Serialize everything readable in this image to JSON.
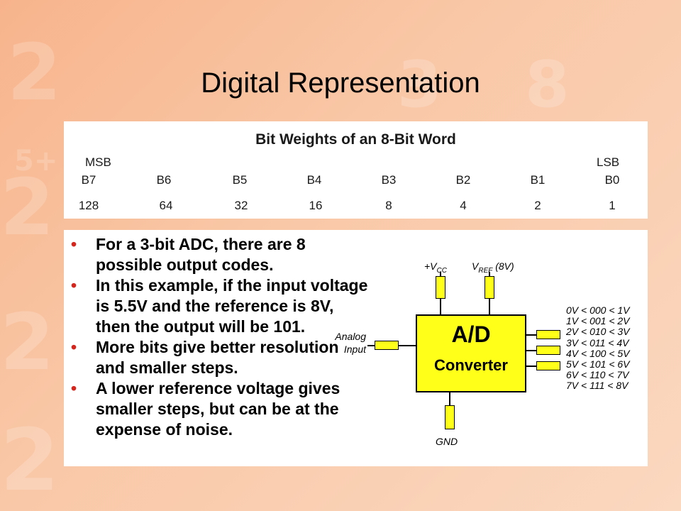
{
  "slide": {
    "title": "Digital Representation"
  },
  "bit_weights": {
    "title": "Bit Weights of an 8-Bit Word",
    "msb_label": "MSB",
    "lsb_label": "LSB",
    "bits": [
      {
        "name": "B7",
        "weight": "128"
      },
      {
        "name": "B6",
        "weight": "64"
      },
      {
        "name": "B5",
        "weight": "32"
      },
      {
        "name": "B4",
        "weight": "16"
      },
      {
        "name": "B3",
        "weight": "8"
      },
      {
        "name": "B2",
        "weight": "4"
      },
      {
        "name": "B1",
        "weight": "2"
      },
      {
        "name": "B0",
        "weight": "1"
      }
    ]
  },
  "bullets": [
    "For a 3-bit ADC, there are 8 possible output codes.",
    "In this example, if the input voltage is 5.5V and the reference is 8V, then the output will be 101.",
    "More bits give better resolution and smaller steps.",
    "A lower reference voltage gives smaller steps, but can be at the expense of noise."
  ],
  "adc_diagram": {
    "block_line1": "A/D",
    "block_line2": "Converter",
    "vcc_prefix": "+V",
    "vcc_sub": "CC",
    "vref_prefix": "V",
    "vref_sub": "REF",
    "vref_value": " (8V)",
    "analog_input_label": "Analog Input",
    "gnd_label": "GND",
    "output_codes": [
      "0V < 000 < 1V",
      "1V < 001 < 2V",
      "2V < 010 < 3V",
      "3V < 011 < 4V",
      "4V < 100 < 5V",
      "5V < 101 < 6V",
      "6V < 110 < 7V",
      "7V < 111 < 8V"
    ],
    "colors": {
      "block": "#ffff1a",
      "bullet": "#d9241c"
    }
  }
}
